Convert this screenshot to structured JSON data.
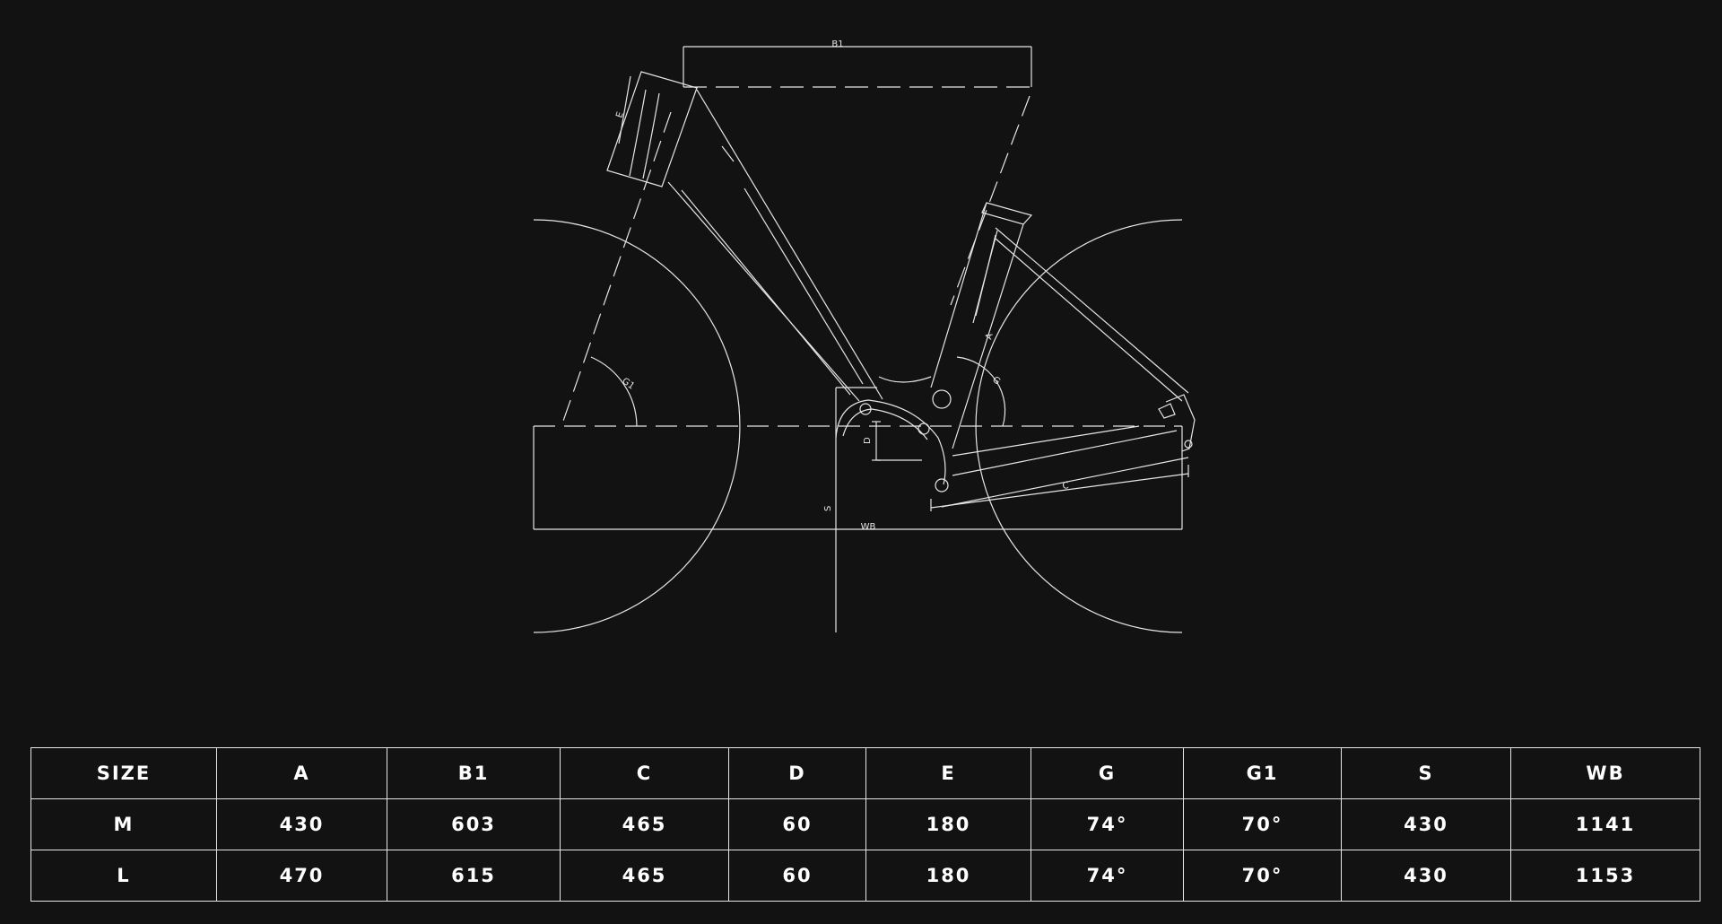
{
  "diagram": {
    "labels": {
      "b1": "B1",
      "e": "E",
      "a": "A",
      "g": "G",
      "g1": "G1",
      "d": "D",
      "s": "S",
      "c": "C",
      "wb": "WB"
    },
    "colors": {
      "background": "#121212",
      "line": "#e6e6e6"
    }
  },
  "table": {
    "headers": [
      "SIZE",
      "A",
      "B1",
      "C",
      "D",
      "E",
      "G",
      "G1",
      "S",
      "WB"
    ],
    "rows": [
      [
        "M",
        "430",
        "603",
        "465",
        "60",
        "180",
        "74°",
        "70°",
        "430",
        "1141"
      ],
      [
        "L",
        "470",
        "615",
        "465",
        "60",
        "180",
        "74°",
        "70°",
        "430",
        "1153"
      ]
    ]
  }
}
